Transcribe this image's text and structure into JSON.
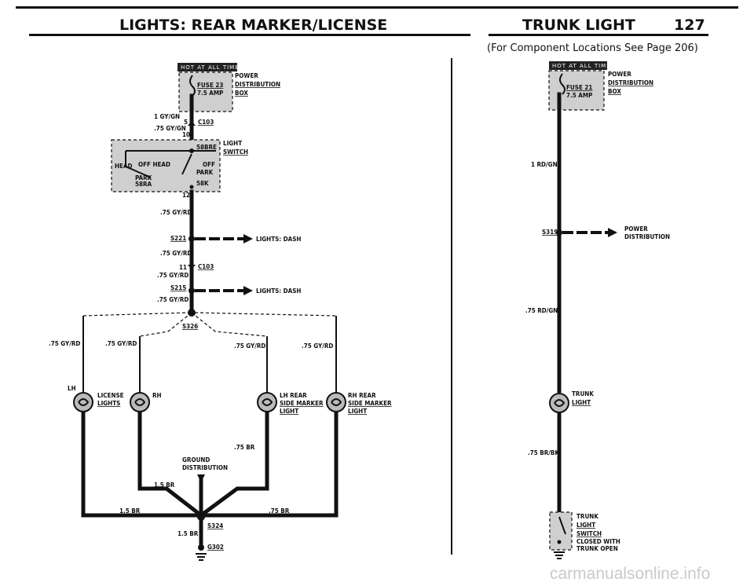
{
  "header": {
    "title_left": "LIGHTS: REAR MARKER/LICENSE",
    "title_right": "TRUNK LIGHT",
    "page_number": "127",
    "subtitle": "(For Component Locations See Page 206)"
  },
  "left_diagram": {
    "hot_label": "HOT AT ALL TIMES",
    "fuse_label": "FUSE 23",
    "fuse_amp": "7.5 AMP",
    "power_dist": [
      "POWER",
      "DISTRIBUTION",
      "BOX"
    ],
    "wire_1": "1 GY/GN",
    "conn_c103_pin_top": "5",
    "conn_c103": "C103",
    "wire_2": ".75 GY/GN",
    "pin_10": "10",
    "light_switch": [
      "LIGHT",
      "SWITCH"
    ],
    "switch_58bre": "58BRE",
    "switch_head_l": "HEAD",
    "switch_off_head": "OFF HEAD",
    "switch_off": "OFF",
    "switch_park": "PARK",
    "switch_park2": "PARK",
    "switch_58ra": "58RA",
    "switch_58k": "58K",
    "pin_12": "12",
    "wire_3": ".75 GY/RD",
    "splice_s221": "S221",
    "lights_dash_1": "LIGHTS: DASH",
    "wire_4": ".75 GY/RD",
    "pin_11": "11",
    "conn_c103_b": "C103",
    "wire_5": ".75 GY/RD",
    "splice_s215": "S215",
    "lights_dash_2": "LIGHTS: DASH",
    "wire_6": ".75 GY/RD",
    "splice_s326": "S326",
    "wire_branch_1": ".75 GY/RD",
    "wire_branch_2": ".75 GY/RD",
    "wire_branch_3": ".75 GY/RD",
    "wire_branch_4": ".75 GY/RD",
    "lh": "LH",
    "license_lights": [
      "LICENSE",
      "LIGHTS"
    ],
    "rh": "RH",
    "lh_rear_marker": [
      "LH REAR",
      "SIDE MARKER",
      "LIGHT"
    ],
    "rh_rear_marker": [
      "RH REAR",
      "SIDE MARKER",
      "LIGHT"
    ],
    "wire_br_1": ".75 BR",
    "ground_dist": [
      "GROUND",
      "DISTRIBUTION"
    ],
    "wire_br_15a": "1.5 BR",
    "wire_br_15b": "1.5 BR",
    "wire_br_2": ".75 BR",
    "splice_s324": "S324",
    "wire_br_15c": "1.5 BR",
    "ground_g302": "G302"
  },
  "right_diagram": {
    "hot_label": "HOT AT ALL TIMES",
    "fuse_label": "FUSE 21",
    "fuse_amp": "7.5 AMP",
    "power_dist": [
      "POWER",
      "DISTRIBUTION",
      "BOX"
    ],
    "wire_1": "1 RD/GN",
    "splice_s319": "S319",
    "power_dist_2": [
      "POWER",
      "DISTRIBUTION"
    ],
    "wire_2": ".75 RD/GN",
    "trunk_light": [
      "TRUNK",
      "LIGHT"
    ],
    "wire_3": ".75 BR/BK",
    "trunk_switch": [
      "TRUNK",
      "LIGHT",
      "SWITCH"
    ],
    "switch_note": [
      "CLOSED WITH",
      "TRUNK OPEN"
    ]
  },
  "watermark": "carmanualsonline.info"
}
